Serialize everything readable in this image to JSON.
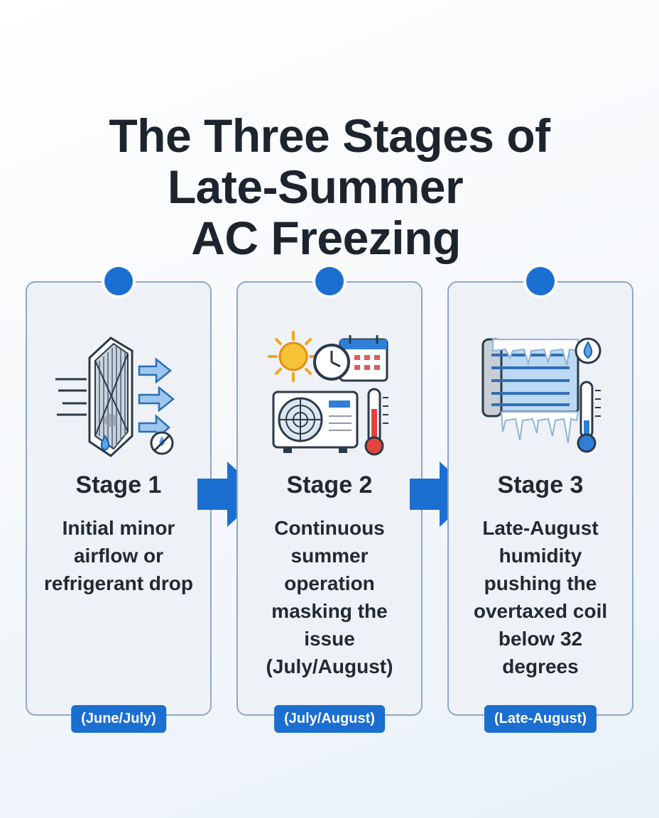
{
  "title": {
    "line1": "The Three Stages of",
    "line2": "Late-Summer",
    "line3": "AC Freezing"
  },
  "stages": [
    {
      "title": "Stage 1",
      "description": "Initial minor airflow or refrigerant drop",
      "period": "(June/July)",
      "icons": [
        "air-filter-icon",
        "airflow-arrows-icon",
        "water-drop-icon",
        "no-water-icon"
      ]
    },
    {
      "title": "Stage 2",
      "description": "Continuous summer operation masking the issue (July/August)",
      "period": "(July/August)",
      "icons": [
        "sun-icon",
        "clock-icon",
        "calendar-icon",
        "ac-unit-icon",
        "thermometer-hot-icon"
      ]
    },
    {
      "title": "Stage 3",
      "description": "Late-August humidity pushing the overtaxed coil below 32 degrees",
      "period": "(Late-August)",
      "icons": [
        "frozen-coil-icon",
        "humidity-drop-icon",
        "thermometer-cold-icon"
      ]
    }
  ],
  "colors": {
    "accent": "#1b6fd0",
    "card_border": "#8ea8c2",
    "card_bg": "#eef1f6",
    "title_text": "#1c252e"
  }
}
